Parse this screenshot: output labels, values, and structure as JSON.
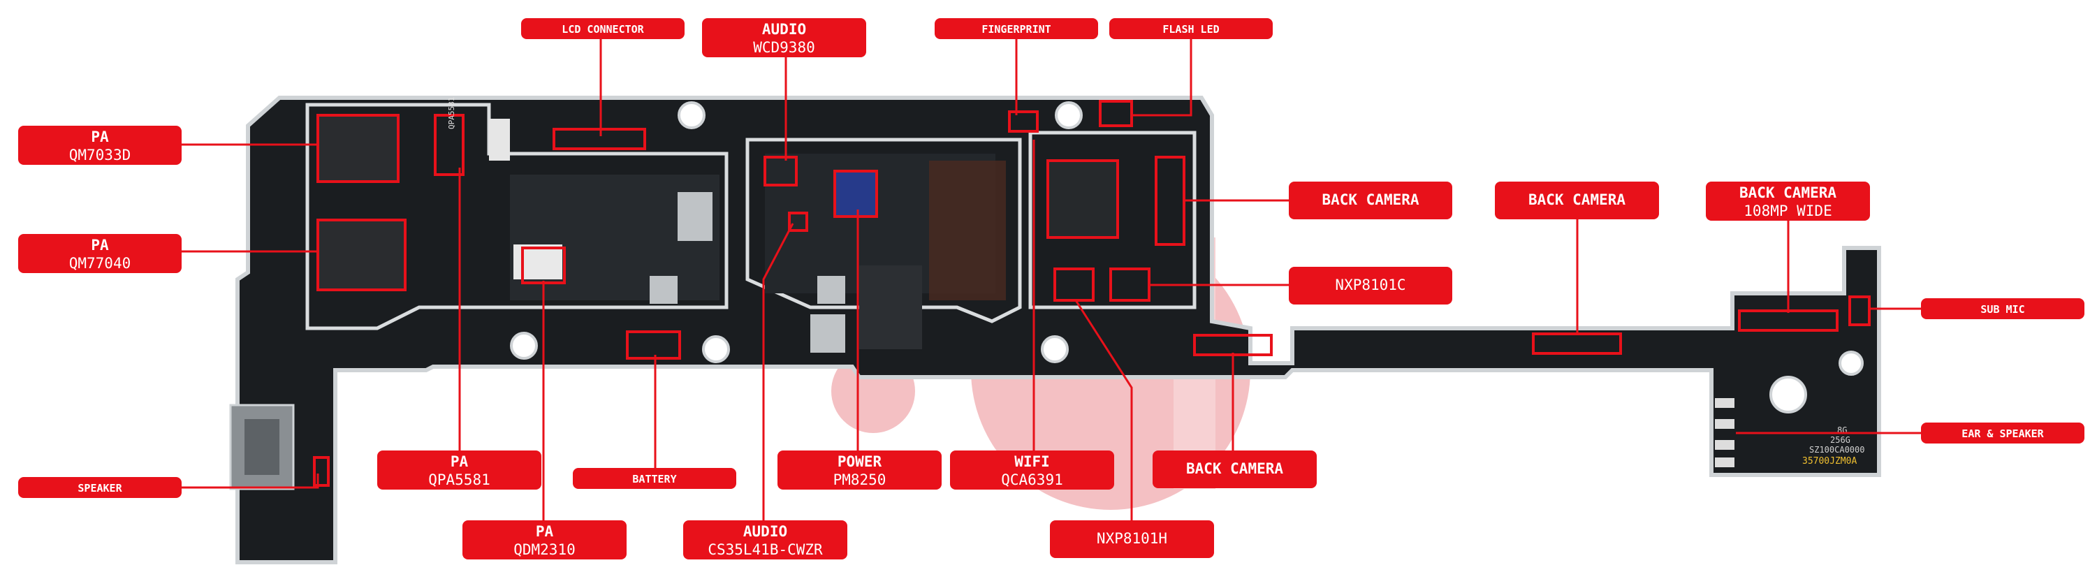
{
  "colors": {
    "label_bg": "#e8111a",
    "label_text": "#ffffff",
    "board": "#14171a",
    "board_edge": "#d9dcde",
    "highlight": "#e8111a",
    "watermark": "#f2b3b6"
  },
  "labels": {
    "lcd_connector": "LCD CONNECTOR",
    "audio_top_title": "AUDIO",
    "audio_top_part": "WCD9380",
    "fingerprint": "FINGERPRINT",
    "flash_led": "FLASH LED",
    "pa_1_title": "PA",
    "pa_1_part": "QM7033D",
    "pa_2_title": "PA",
    "pa_2_part": "QM77040",
    "back_camera_1": "BACK CAMERA",
    "back_camera_2": "BACK CAMERA",
    "back_camera_3_title": "BACK CAMERA",
    "back_camera_3_part": "108MP WIDE",
    "nxp_c": "NXP8101C",
    "sub_mic": "SUB MIC",
    "ear_speaker": "EAR & SPEAKER",
    "speaker": "SPEAKER",
    "pa_3_title": "PA",
    "pa_3_part": "QPA5581",
    "battery": "BATTERY",
    "power_title": "POWER",
    "power_part": "PM8250",
    "wifi_title": "WIFI",
    "wifi_part": "QCA6391",
    "back_camera_4": "BACK CAMERA",
    "pa_4_title": "PA",
    "pa_4_part": "QDM2310",
    "audio_bottom_title": "AUDIO",
    "audio_bottom_part": "CS35L41B-CWZR",
    "nxp_h": "NXP8101H"
  },
  "board_print": {
    "chip_1": "QPA5581",
    "mem_1": "8G",
    "mem_2": "256G",
    "mem_3": "SZ100CA0000",
    "mem_4": "35700JZM0A"
  }
}
